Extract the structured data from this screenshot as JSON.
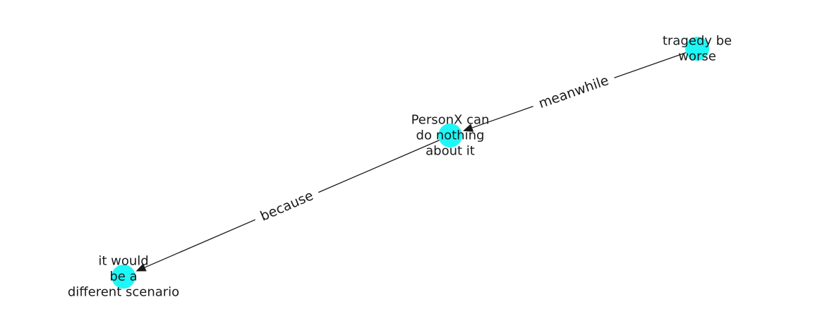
{
  "colors": {
    "node": "#1ff7f7",
    "edge": "#1a1a1a",
    "text": "#1a1a1a",
    "background": "#ffffff"
  },
  "nodes": [
    {
      "id": "tragedy",
      "lines": [
        "tragedy be",
        "worse"
      ]
    },
    {
      "id": "personx",
      "lines": [
        "PersonX can",
        "do nothing",
        "about it"
      ]
    },
    {
      "id": "scenario",
      "lines": [
        "it would",
        "be a",
        "different scenario"
      ]
    }
  ],
  "edges": [
    {
      "from": "tragedy",
      "to": "personx",
      "label": "meanwhile"
    },
    {
      "from": "personx",
      "to": "scenario",
      "label": "because"
    }
  ]
}
